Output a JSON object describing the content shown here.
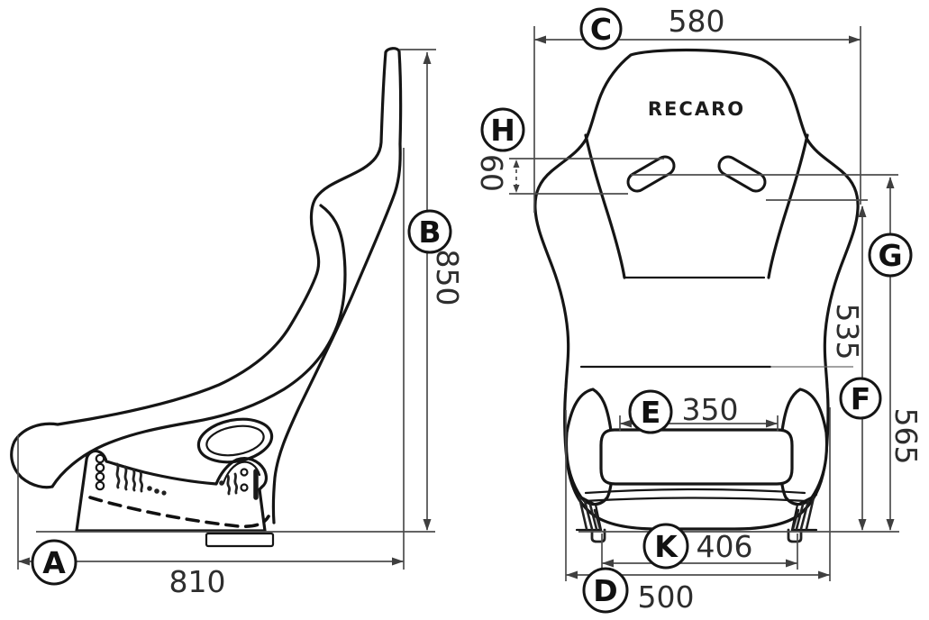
{
  "brand": "RECARO",
  "description": "Racing bucket seat dimension drawing, side view and front view, dimensions in mm",
  "callouts": [
    {
      "id": "A",
      "value": "810",
      "view": "side",
      "meaning": "overall length"
    },
    {
      "id": "B",
      "value": "850",
      "view": "side",
      "meaning": "overall height"
    },
    {
      "id": "C",
      "value": "580",
      "view": "front",
      "meaning": "shoulder width"
    },
    {
      "id": "D",
      "value": "500",
      "view": "front",
      "meaning": "seat base width"
    },
    {
      "id": "E",
      "value": "350",
      "view": "front",
      "meaning": "inner cushion width"
    },
    {
      "id": "F",
      "value": "535",
      "view": "front",
      "meaning": "side height"
    },
    {
      "id": "G",
      "value": "565",
      "view": "front",
      "meaning": "belt-slot height"
    },
    {
      "id": "H",
      "value": "60",
      "view": "front",
      "meaning": "belt-slot opening"
    },
    {
      "id": "K",
      "value": "406",
      "view": "front",
      "meaning": "mounting width"
    }
  ]
}
